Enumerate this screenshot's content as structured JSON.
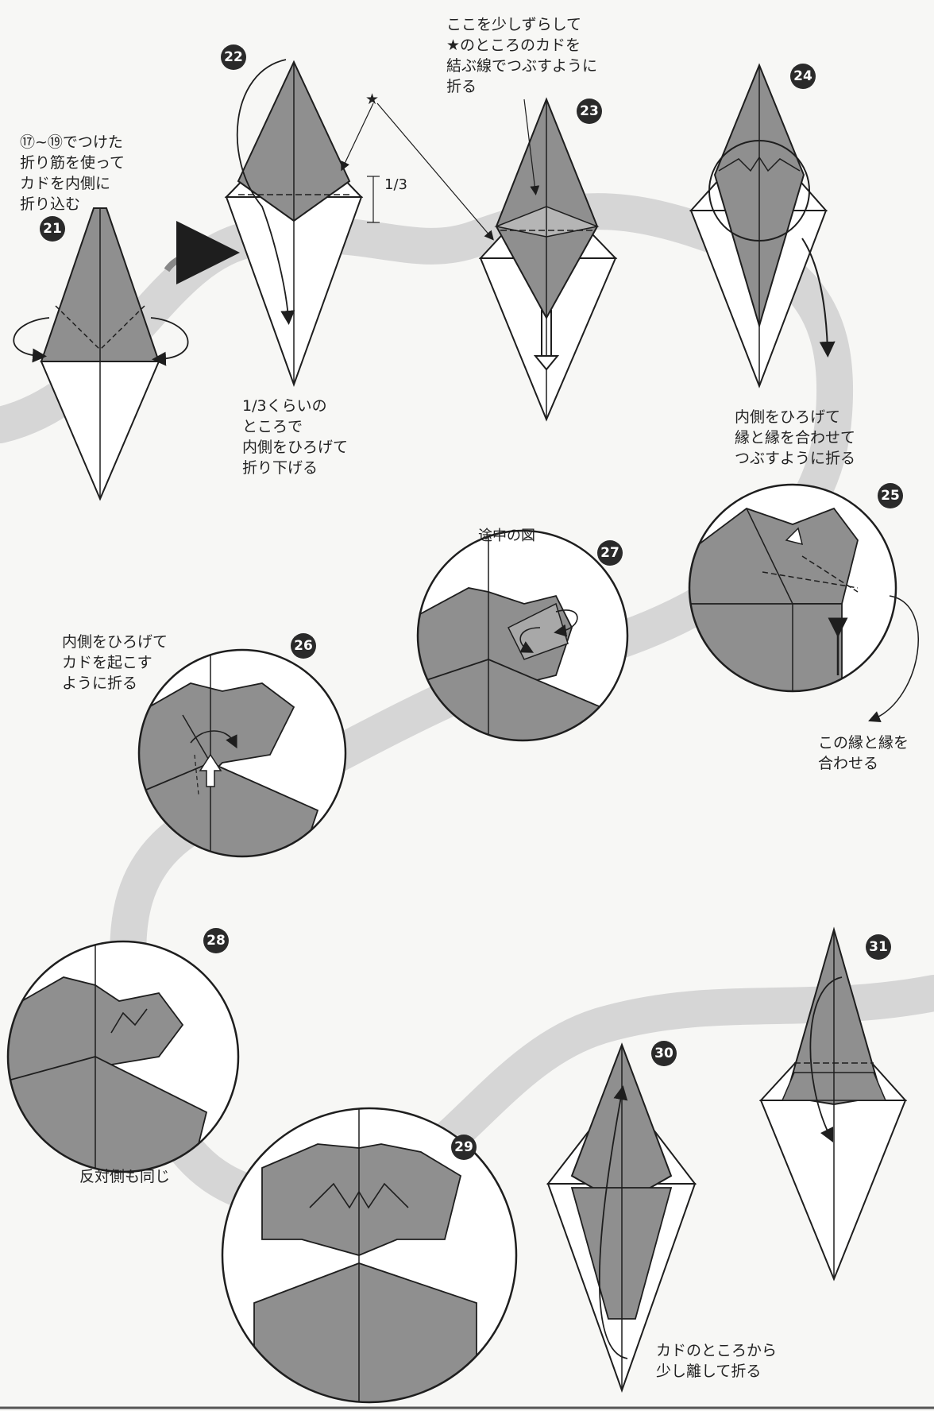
{
  "steps": {
    "s21": "21",
    "s22": "22",
    "s23": "23",
    "s24": "24",
    "s25": "25",
    "s26": "26",
    "s27": "27",
    "s28": "28",
    "s29": "29",
    "s30": "30",
    "s31": "31"
  },
  "notes": {
    "n21": "⑰~⑲でつけた\n折り筋を使って\nカドを内側に\n折り込む",
    "n22_third": "1/3",
    "n22_star": "★",
    "n22": "1/3くらいの\nところで\n内側をひろげて\n折り下げる",
    "n23": "ここを少しずらして\n★のところのカドを\n結ぶ線でつぶすように\n折る",
    "n24": "内側をひろげて\n縁と縁を合わせて\nつぶすように折る",
    "n25": "この縁と縁を\n合わせる",
    "n26": "内側をひろげて\nカドを起こす\nように折る",
    "n27": "途中の図",
    "n28": "反対側も同じ",
    "n30": "カドのところから\n少し離して折る"
  },
  "colors": {
    "paper_gray": "#8f8f8f",
    "paper_white": "#ffffff",
    "band": "#d6d6d6",
    "line": "#1e1e1e"
  }
}
